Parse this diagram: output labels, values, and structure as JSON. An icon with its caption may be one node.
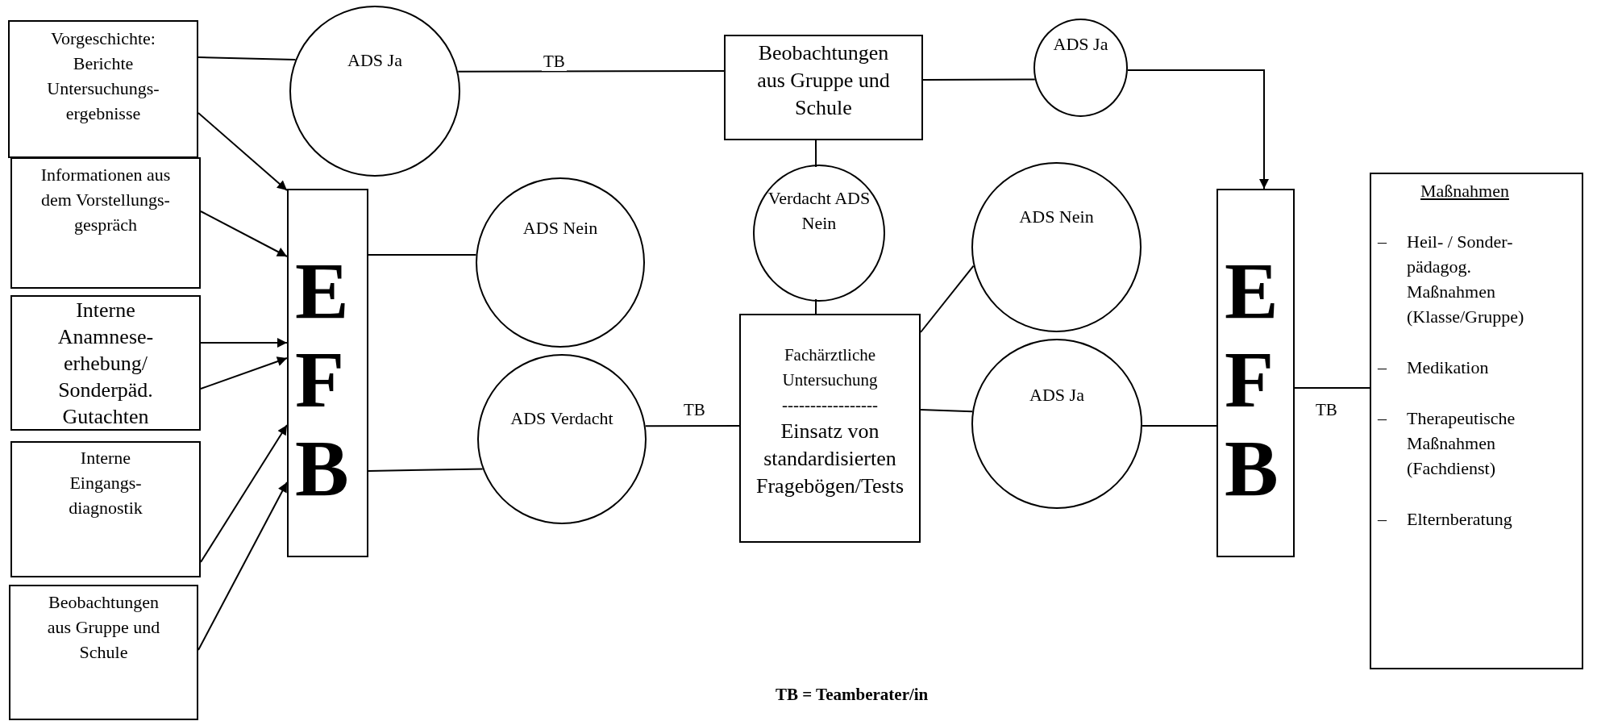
{
  "diagram": {
    "nodes": [
      {
        "text": [
          "Vorgeschichte: Berichte Untersuchungs- ergebnisse"
        ]
      },
      {
        "text": [
          "Informationen aus dem Vorstellungs- gespräch"
        ]
      },
      {
        "text": [
          "Interne Anamnese- erhebung/ Sonderpäd. Gutachten"
        ]
      },
      {
        "text": [
          "Interne Eingangs- diagnostik"
        ]
      },
      {
        "text": [
          "Beobachtungen aus Gruppe und Schule"
        ]
      },
      {
        "text": [
          "E F B"
        ]
      },
      {
        "text": [
          "ADS Ja"
        ]
      },
      {
        "text": [
          "ADS Nein"
        ]
      },
      {
        "text": [
          "ADS Verdacht"
        ]
      },
      {
        "text": [
          "Beobachtungen aus Gruppe und Schule"
        ]
      },
      {
        "text": [
          "ADS Ja"
        ]
      },
      {
        "text": [
          "Verdacht ADS Nein"
        ]
      },
      {
        "text": [
          "Fachärztliche Untersuchung",
          "-----------------",
          "Einsatz von standardisierten Fragebögen/Tests"
        ]
      },
      {
        "text": [
          "ADS Nein"
        ]
      },
      {
        "text": [
          "ADS Ja"
        ]
      },
      {
        "text": [
          "E F B"
        ]
      },
      {
        "text": [
          "Maßnahmen",
          "–",
          "Heil- / Sonder- pädagog. Maßnahmen (Klasse/Gruppe)",
          "–",
          "Medikation",
          "–",
          "Therapeutische Maßnahmen (Fachdienst)",
          "–",
          "Elternberatung"
        ]
      }
    ],
    "edges": [
      {
        "from": 0,
        "to": 6,
        "arrow": "none"
      },
      {
        "from": 6,
        "to": 9,
        "arrow": "none",
        "label": "TB"
      },
      {
        "from": 9,
        "to": 10,
        "arrow": "none"
      },
      {
        "from": 10,
        "to": 15,
        "arrow": "to"
      },
      {
        "from": 0,
        "to": 5,
        "arrow": "to"
      },
      {
        "from": 1,
        "to": 5,
        "arrow": "to"
      },
      {
        "from": 2,
        "to": 5,
        "arrow": "to"
      },
      {
        "from": 2,
        "to": 5,
        "arrow": "to"
      },
      {
        "from": 3,
        "to": 5,
        "arrow": "to"
      },
      {
        "from": 4,
        "to": 5,
        "arrow": "to"
      },
      {
        "from": 5,
        "to": 7,
        "arrow": "none"
      },
      {
        "from": 5,
        "to": 8,
        "arrow": "none"
      },
      {
        "from": 9,
        "to": 11,
        "arrow": "none"
      },
      {
        "from": 11,
        "to": 12,
        "arrow": "none"
      },
      {
        "from": 8,
        "to": 12,
        "arrow": "none",
        "label": "TB"
      },
      {
        "from": 12,
        "to": 13,
        "arrow": "none"
      },
      {
        "from": 12,
        "to": 14,
        "arrow": "none"
      },
      {
        "from": 14,
        "to": 15,
        "arrow": "none"
      },
      {
        "from": 15,
        "to": 16,
        "arrow": "none",
        "label": "TB"
      }
    ],
    "labels": [
      "TB = Teamberater/in"
    ]
  }
}
